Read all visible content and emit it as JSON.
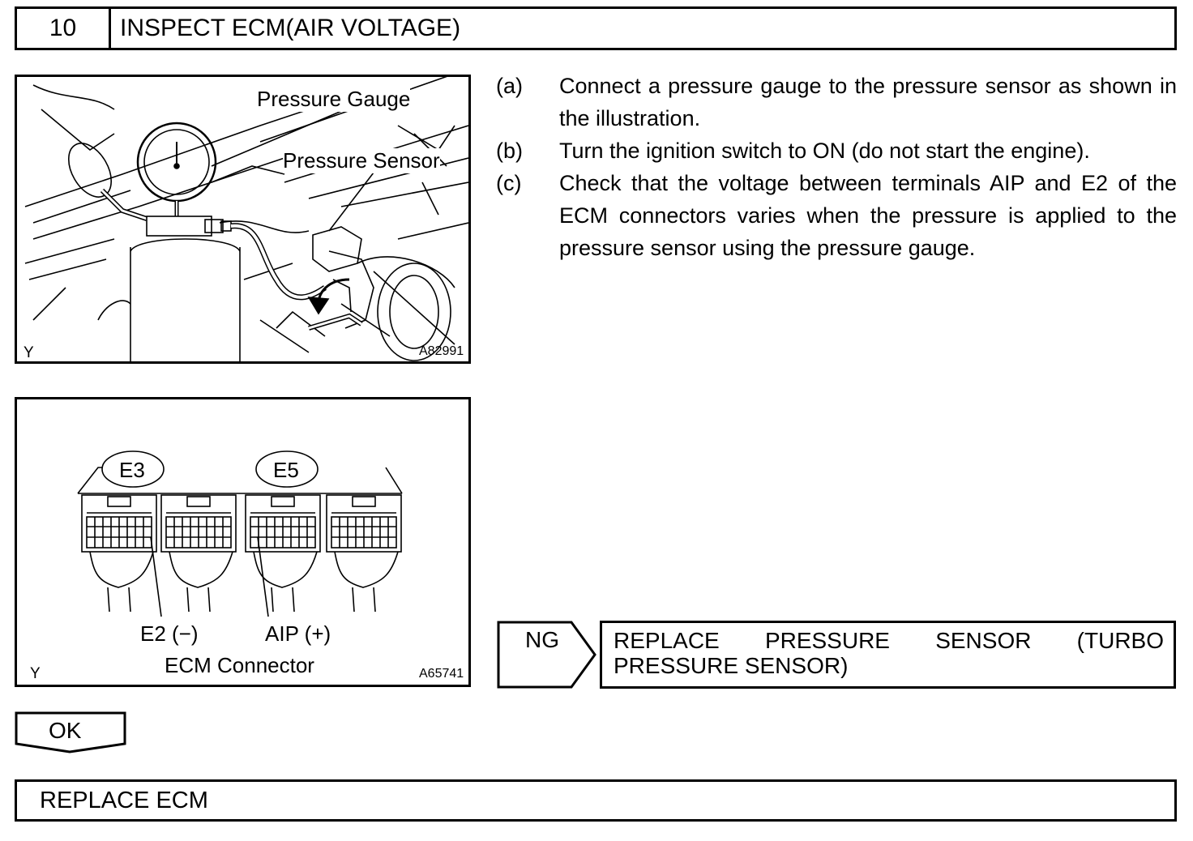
{
  "header": {
    "step_number": "10",
    "title": "INSPECT ECM(AIR VOLTAGE)"
  },
  "figure1": {
    "label_gauge": "Pressure Gauge",
    "label_sensor": "Pressure Sensor",
    "corner_mark": "Y",
    "figure_code": "A82991"
  },
  "figure2": {
    "connector_e3": "E3",
    "connector_e5": "E5",
    "terminal_e2": "E2 (−)",
    "terminal_aip": "AIP (+)",
    "caption": "ECM Connector",
    "corner_mark": "Y",
    "figure_code": "A65741"
  },
  "steps": [
    {
      "key": "(a)",
      "text": "Connect a pressure gauge to the pressure sensor as shown in the illustration."
    },
    {
      "key": "(b)",
      "text": "Turn the ignition switch to ON (do not start the engine)."
    },
    {
      "key": "(c)",
      "text": "Check that the voltage between terminals AIP and E2 of the ECM connectors varies when the pressure is applied to the pressure sensor using the pressure gauge."
    }
  ],
  "ng": {
    "label": "NG",
    "action": "REPLACE PRESSURE SENSOR (TURBO PRESSURE SENSOR)"
  },
  "ok": {
    "label": "OK"
  },
  "final": {
    "action": "REPLACE ECM"
  }
}
